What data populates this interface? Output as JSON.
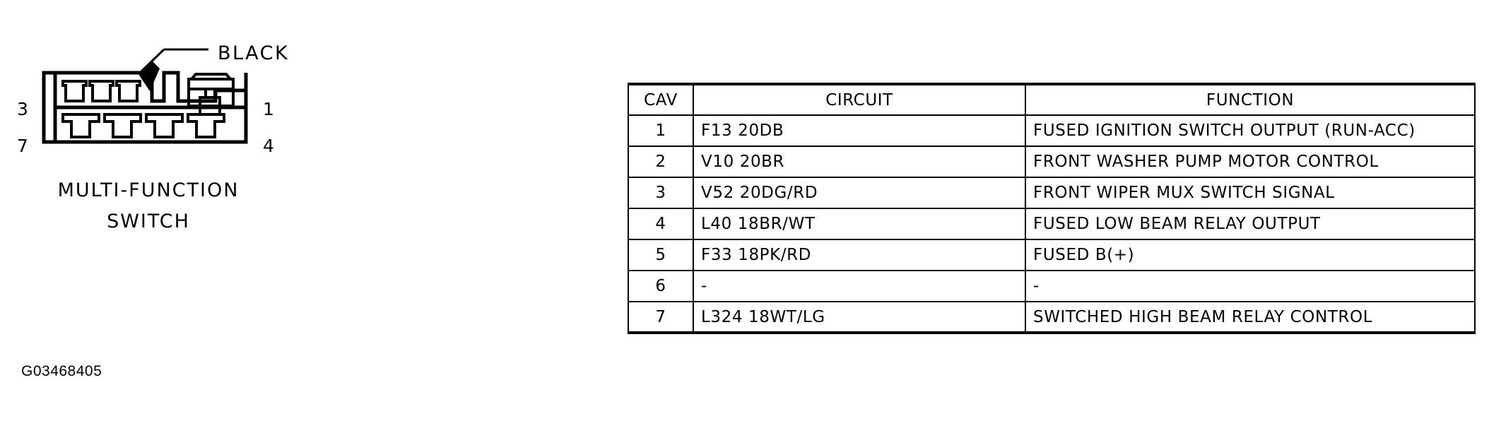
{
  "figure": {
    "code": "G03468405",
    "caption_line1": "MULTI-FUNCTION",
    "caption_line2": "SWITCH",
    "callout_label": "BLACK",
    "pin_labels": {
      "top_left": "3",
      "bottom_left": "7",
      "top_right": "1",
      "bottom_right": "4"
    }
  },
  "table": {
    "headers": [
      "CAV",
      "CIRCUIT",
      "FUNCTION"
    ],
    "rows": [
      {
        "cav": "1",
        "circuit": "F13 20DB",
        "function": "FUSED IGNITION SWITCH OUTPUT (RUN-ACC)"
      },
      {
        "cav": "2",
        "circuit": "V10 20BR",
        "function": "FRONT WASHER PUMP MOTOR CONTROL"
      },
      {
        "cav": "3",
        "circuit": "V52 20DG/RD",
        "function": "FRONT WIPER MUX SWITCH SIGNAL"
      },
      {
        "cav": "4",
        "circuit": "L40 18BR/WT",
        "function": "FUSED LOW BEAM RELAY OUTPUT"
      },
      {
        "cav": "5",
        "circuit": "F33 18PK/RD",
        "function": "FUSED B(+)"
      },
      {
        "cav": "6",
        "circuit": "-",
        "function": "-"
      },
      {
        "cav": "7",
        "circuit": "L324 18WT/LG",
        "function": "SWITCHED HIGH BEAM RELAY CONTROL"
      }
    ]
  },
  "colors": {
    "line": "#000000",
    "background": "#ffffff"
  }
}
